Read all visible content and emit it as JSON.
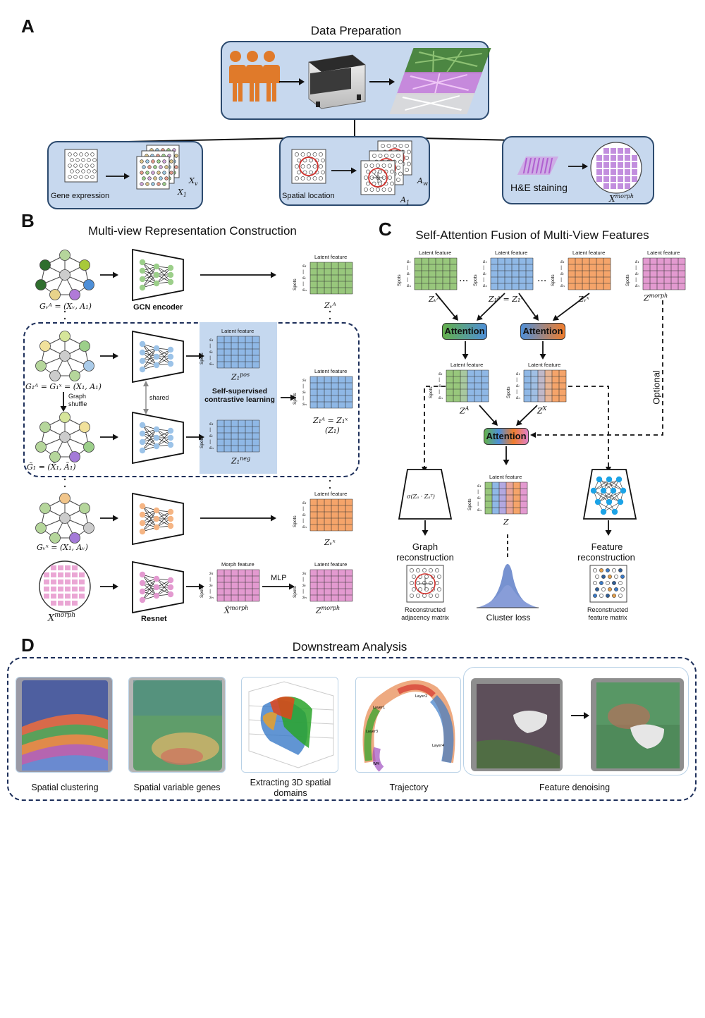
{
  "panels": {
    "A": "A",
    "B": "B",
    "C": "C",
    "D": "D"
  },
  "section_a": {
    "title": "Data Preparation",
    "gene_expression": "Gene expression",
    "spatial_location": "Spatial location",
    "he_staining": "H&E staining",
    "x_v": "X",
    "x_v_sub": "v",
    "x_1": "X",
    "x_1_sub": "1",
    "a_w": "A",
    "a_w_sub": "w",
    "a_1": "A",
    "a_1_sub": "1",
    "x_morph": "X",
    "x_morph_sup": "morph"
  },
  "section_b": {
    "title": "Multi-view Representation Construction",
    "gcn_encoder": "GCN encoder",
    "resnet": "Resnet",
    "shared": "shared",
    "graph_shuffle_1": "Graph",
    "graph_shuffle_2": "shuffle",
    "ssl_1": "Self-supervised",
    "ssl_2": "contrastive learning",
    "mlp": "MLP",
    "latent_feature": "Latent feature",
    "morph_feature": "Morph feature",
    "spots": "Spots",
    "g_v": "Gᵥᴬ = (Xᵥ, A₁)",
    "g_1": "G₁ᴬ = G₁ˣ = (X₁, A₁)",
    "g_tilde": "G̃₁ = (X̃₁, Ã₁)",
    "g_w": "Gᵥˣ = (X₁, Aᵥ)",
    "x_morph_node": "X",
    "x_morph_node_sup": "morph",
    "z_v": "Zᵥᴬ",
    "z_pos": "Z₁",
    "z_pos_sup": "pos",
    "z_neg": "Z₁",
    "z_neg_sup": "neg",
    "z_1": "Z₁ᴬ = Z₁ˣ",
    "z_1b": "(Z₁)",
    "z_w": "Zᵥˣ",
    "x_tilde_morph": "X̃",
    "x_tilde_morph_sup": "morph",
    "z_morph": "Z",
    "z_morph_sup": "morph"
  },
  "section_c": {
    "title": "Self-Attention Fusion of Multi-View Features",
    "attention": "Attention",
    "optional": "Optional",
    "latent_feature": "Latent feature",
    "spots": "Spots",
    "ellipsis": "...",
    "z_va": "Zᵥᴬ",
    "z_1": "Z₁ᴬ = Z₁ˣ",
    "z_wx": "Zᵥˣ",
    "z_morph": "Z",
    "z_morph_sup": "morph",
    "z_a": "Z",
    "z_a_sup": "A",
    "z_x": "Z",
    "z_x_sup": "X",
    "z": "Z",
    "sigma": "σ(Zₐ · Zₐᵀ)",
    "graph_recon_1": "Graph",
    "graph_recon_2": "reconstruction",
    "feature_recon_1": "Feature",
    "feature_recon_2": "reconstruction",
    "recon_adj_1": "Reconstructed",
    "recon_adj_2": "adjacency matrix",
    "cluster_loss": "Cluster loss",
    "recon_feat_1": "Reconstructed",
    "recon_feat_2": "feature matrix"
  },
  "section_d": {
    "title": "Downstream Analysis",
    "items": [
      {
        "caption": "Spatial clustering"
      },
      {
        "caption": "Spatial variable genes"
      },
      {
        "caption": "Extracting 3D spatial domains"
      },
      {
        "caption": "Trajectory"
      },
      {
        "caption": "Feature denoising"
      }
    ],
    "trajectory_labels": [
      "Layer1",
      "Layer2",
      "Layer3",
      "Layer4",
      "WM"
    ]
  },
  "colors": {
    "panel_bg": "#c7d8ee",
    "panel_border": "#2c4a6e",
    "green_grid": "#98c77c",
    "blue_grid": "#8fb8e6",
    "orange_grid": "#f5a46a",
    "pink_grid": "#e39ad0",
    "attn_green": "#64b04a",
    "attn_blue": "#4e8fd8",
    "attn_orange": "#f07d2c",
    "attn_pink": "#e080c8",
    "ssl_bg": "#c5d8ef",
    "person": "#e07a2a"
  }
}
